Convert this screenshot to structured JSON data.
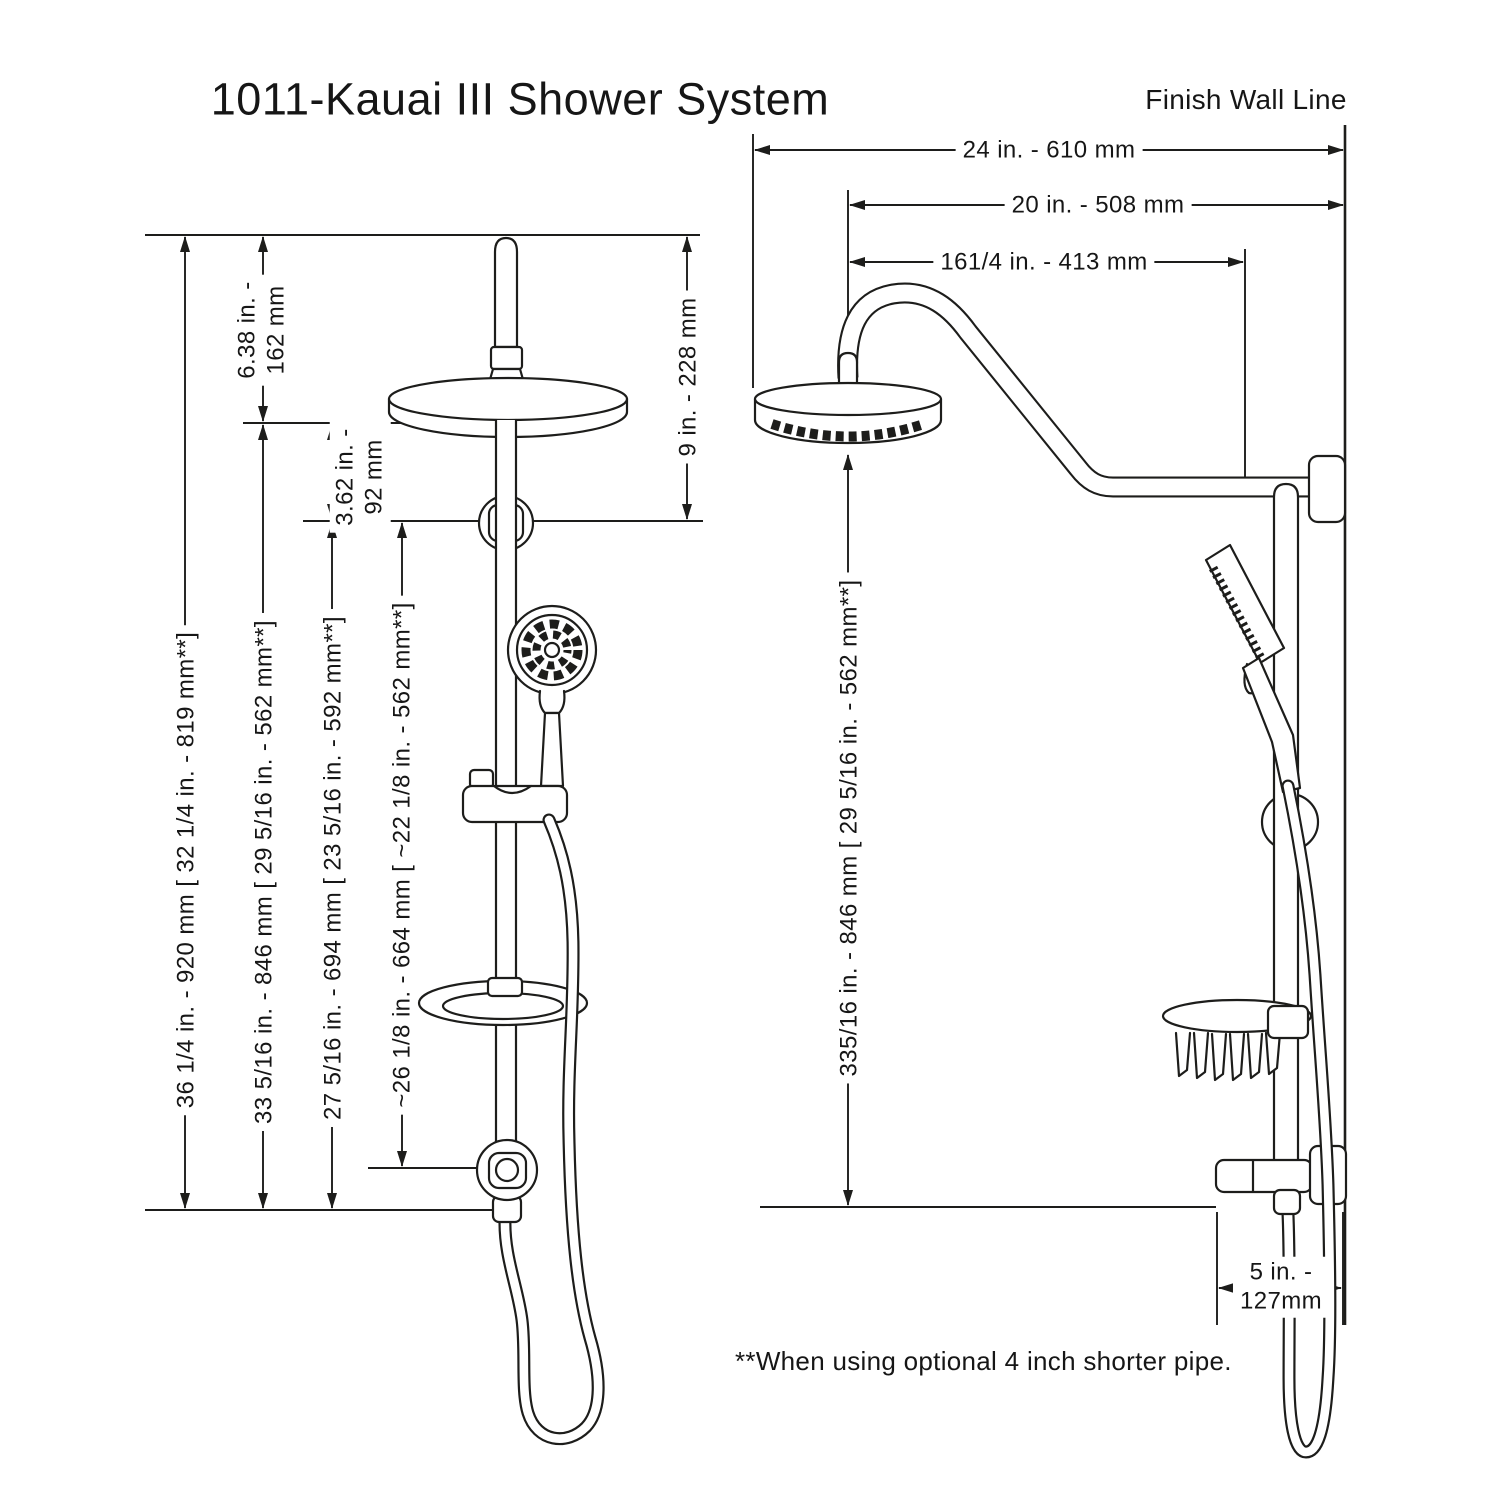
{
  "title": "1011-Kauai III Shower System",
  "finish_wall_line_label": "Finish Wall Line",
  "footnote": "**When using optional 4 inch shorter pipe.",
  "front_view": {
    "head_above_mount": {
      "line1": "6.38 in. -",
      "line2": "162 mm"
    },
    "mount_to_ring": {
      "line1": "3.62 in. -",
      "line2": "92 mm"
    },
    "head_drop": "9 in. - 228 mm",
    "overall_height": "36 1/4 in. - 920 mm [ 32 1/4 in. - 819 mm**]",
    "head_to_outlet": "33 5/16 in. - 846 mm [ 29 5/16 in. - 562 mm**]",
    "ring_to_outlet": "27 5/16 in. - 694 mm [ 23 5/16 in. - 592 mm**]",
    "ring_to_lower_bracket": "~26 1/8 in. - 664 mm [ ~22 1/8 in. - 562 mm**]"
  },
  "side_view": {
    "head_edge_to_wall": "24 in. - 610 mm",
    "head_center_to_wall": "20 in. - 508 mm",
    "arm_reach": "161/4 in. - 413 mm",
    "head_to_outlet": "335/16 in. - 846 mm [ 29 5/16 in. - 562 mm**]",
    "outlet_depth": {
      "line1": "5 in. -",
      "line2": "127mm"
    }
  }
}
